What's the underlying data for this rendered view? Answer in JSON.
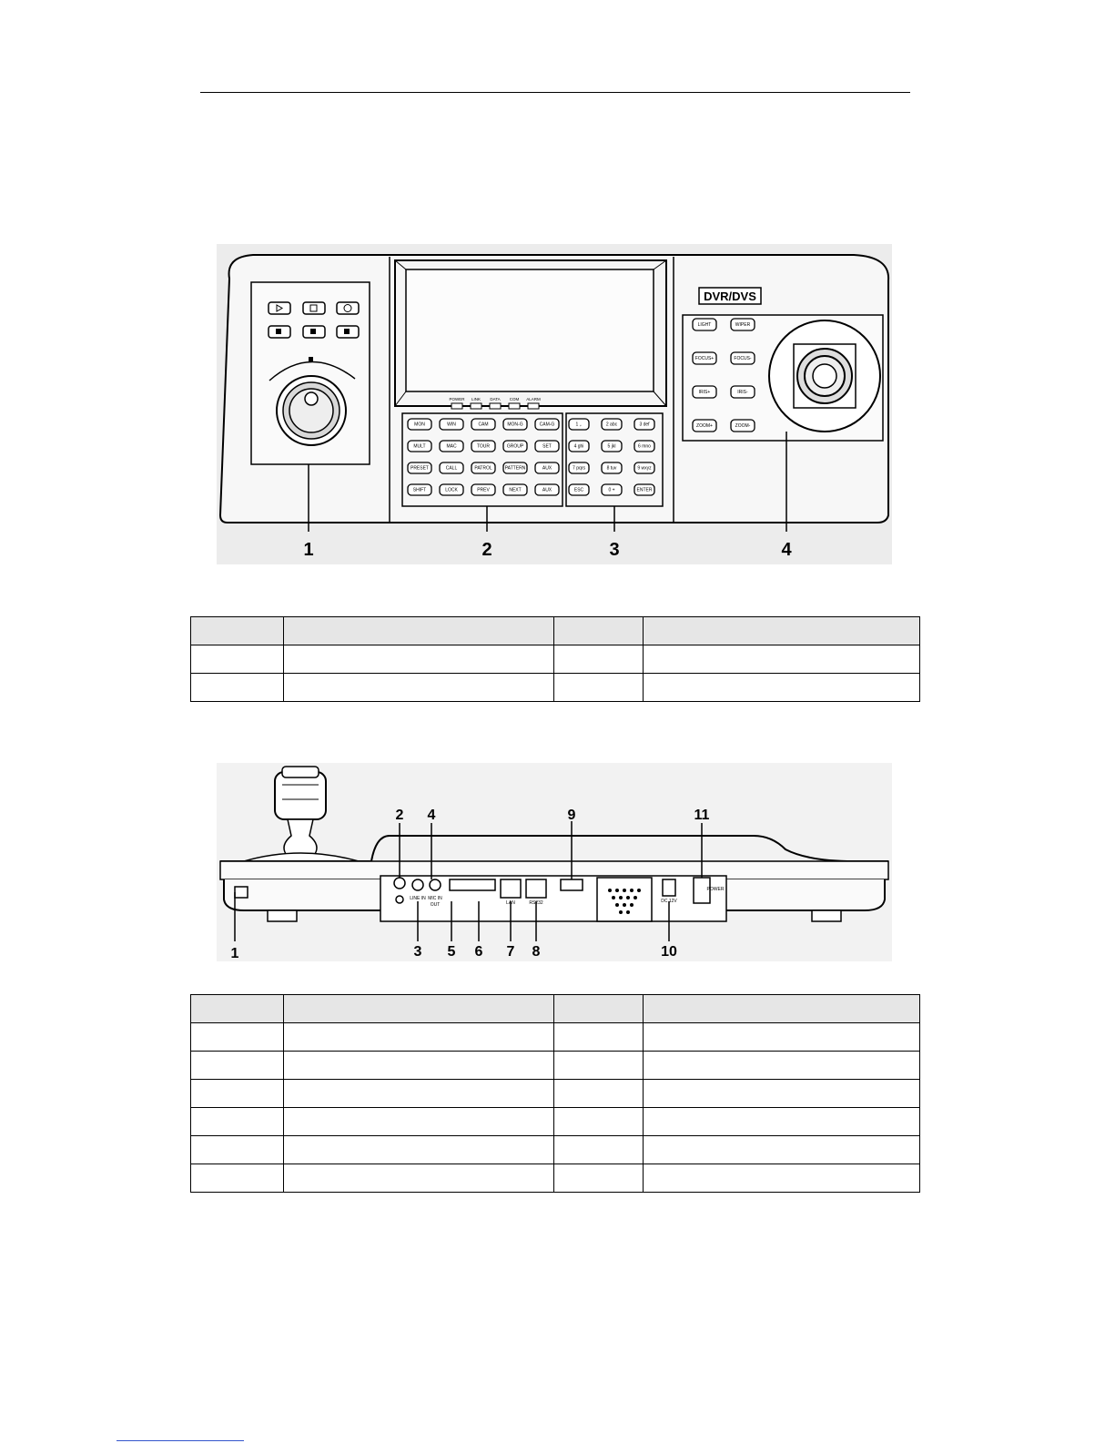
{
  "front_panel": {
    "brand_label": "DVR/DVS",
    "indicators": [
      "POWER",
      "LINK",
      "DATA",
      "COM",
      "ALARM"
    ],
    "function_keys": [
      [
        "MON",
        "WIN",
        "CAM",
        "MON-G",
        "CAM-G"
      ],
      [
        "MULT",
        "MAC",
        "TOUR",
        "GROUP",
        "SET"
      ],
      [
        "PRESET",
        "CALL",
        "PATROL",
        "PATTERN",
        "AUX"
      ],
      [
        "SHIFT",
        "LOCK",
        "PREV",
        "NEXT",
        "AUX"
      ]
    ],
    "number_keys": [
      [
        "1 ,.",
        "2 abc",
        "3 def"
      ],
      [
        "4 ghi",
        "5 jkl",
        "6 mno"
      ],
      [
        "7 pqrs",
        "8 tuv",
        "9 wxyz"
      ],
      [
        "ESC",
        "0 +",
        "ENTER"
      ]
    ],
    "ptz_keys": [
      [
        "LIGHT",
        "WIPER"
      ],
      [
        "FOCUS+",
        "FOCUS-"
      ],
      [
        "IRIS+",
        "IRIS-"
      ],
      [
        "ZOOM+",
        "ZOOM-"
      ]
    ],
    "callouts": [
      "1",
      "2",
      "3",
      "4"
    ]
  },
  "rear_panel": {
    "port_labels": [
      "LINE IN",
      "MIC IN",
      "OUT",
      "LAN",
      "RS232",
      "DC 12V",
      "POWER"
    ],
    "callouts": [
      "1",
      "2",
      "3",
      "4",
      "5",
      "6",
      "7",
      "8",
      "9",
      "10",
      "11"
    ]
  },
  "table1": {
    "rows": 3,
    "cols": 4
  },
  "table2": {
    "rows": 7,
    "cols": 4
  }
}
